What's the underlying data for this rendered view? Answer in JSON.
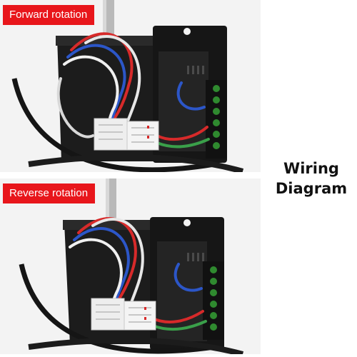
{
  "panels": [
    {
      "label": "Forward rotation",
      "image": "motor-controller-photo"
    },
    {
      "label": "Reverse rotation",
      "image": "motor-controller-photo"
    }
  ],
  "side_title": {
    "line1": "Wiring",
    "line2": "Diagram"
  },
  "colors": {
    "label_bg": "#e8161b",
    "label_text": "#ffffff",
    "motor_body": "#1c1c1c",
    "connector": "#eeeeee"
  }
}
